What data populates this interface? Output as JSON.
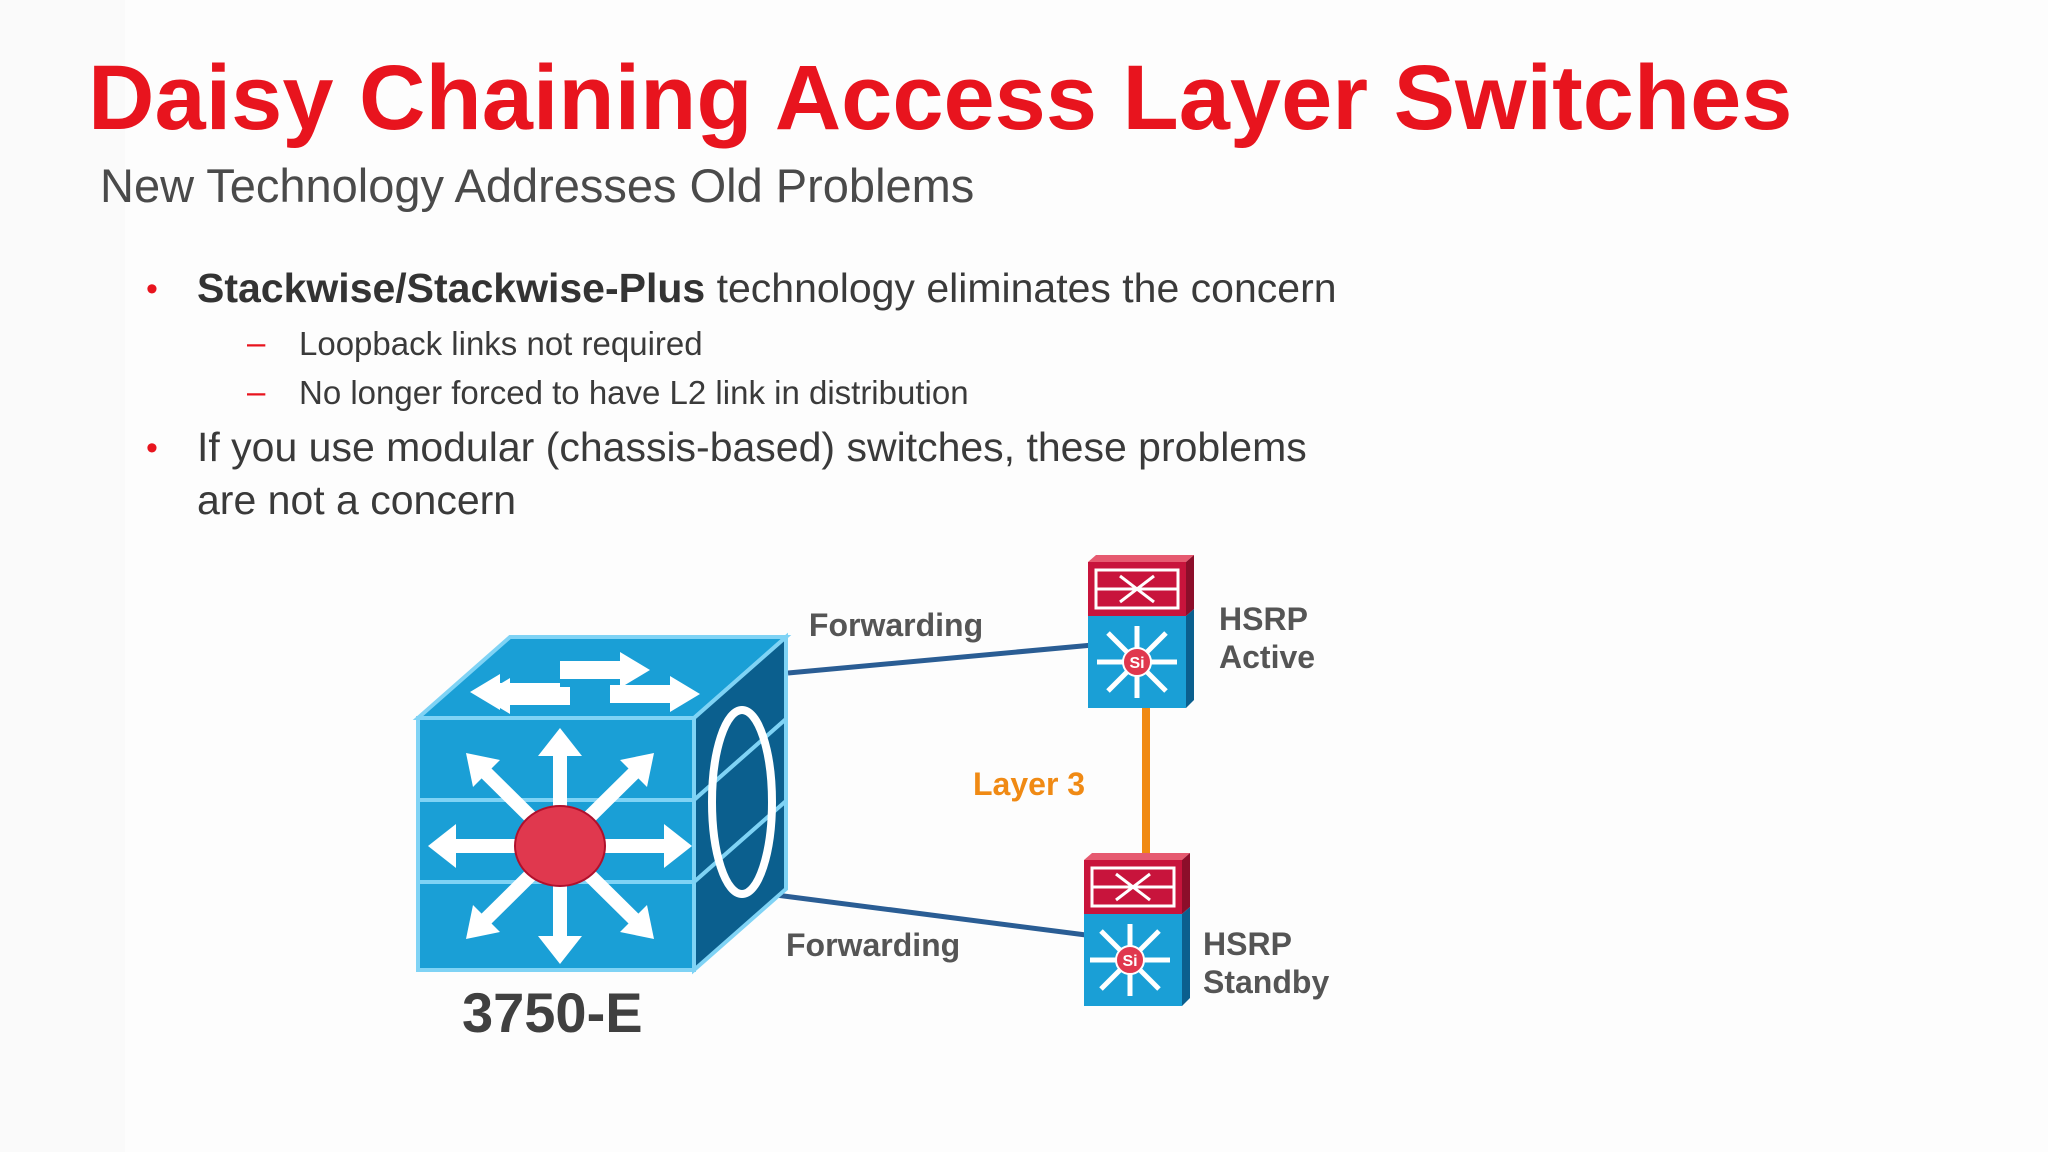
{
  "slide": {
    "title": "Daisy Chaining Access Layer Switches",
    "subtitle": "New Technology Addresses Old Problems"
  },
  "bullets": {
    "b1_bold": "Stackwise/Stackwise-Plus",
    "b1_rest": " technology eliminates the concern",
    "sub1": "Loopback links not required",
    "sub2": "No longer forced to have L2 link in distribution",
    "b2_line1": "If you use modular (chassis-based) switches, these problems",
    "b2_line2": "are not a concern",
    "bullet_char": "•",
    "dash_char": "–"
  },
  "diagram": {
    "stack_switch_label": "3750-E",
    "link_top_label": "Forwarding",
    "link_bottom_label": "Forwarding",
    "l3_link_label": "Layer 3",
    "top_switch_label_line1": "HSRP",
    "top_switch_label_line2": "Active",
    "bottom_switch_label_line1": "HSRP",
    "bottom_switch_label_line2": "Standby",
    "si_badge": "Si",
    "colors": {
      "title": "#e8141e",
      "switch_blue": "#1a9fd6",
      "switch_dark": "#0a5a86",
      "router_red": "#c8143c",
      "link_blue": "#2a5d94",
      "layer3_orange": "#f08a14"
    }
  }
}
